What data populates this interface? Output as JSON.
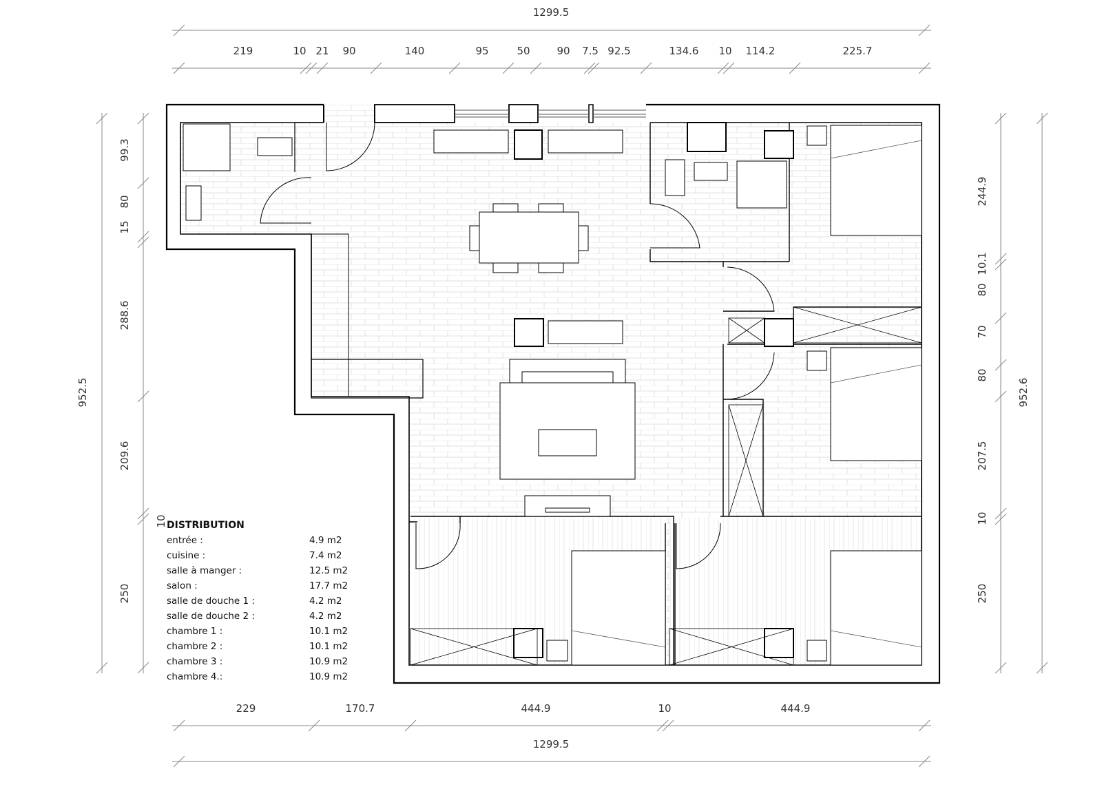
{
  "dimensions": {
    "top_total": "1299.5",
    "top_segments": [
      "219",
      "10",
      "21",
      "90",
      "140",
      "95",
      "50",
      "90",
      "7.5",
      "92.5",
      "134.6",
      "10",
      "114.2",
      "225.7"
    ],
    "left_total": "952.5",
    "left_segments": [
      "99.3",
      "80",
      "15",
      "288.6",
      "209.6",
      "10",
      "250"
    ],
    "right_total": "952.6",
    "right_segments": [
      "244.9",
      "10.1",
      "80",
      "70",
      "80",
      "207.5",
      "10",
      "250"
    ],
    "bottom_segments": [
      "229",
      "170.7",
      "444.9",
      "10",
      "444.9"
    ],
    "bottom_total": "1299.5"
  },
  "legend": {
    "title": "DISTRIBUTION",
    "rows": [
      {
        "room": "entrée :",
        "area": "4.9 m2"
      },
      {
        "room": "cuisine :",
        "area": "7.4 m2"
      },
      {
        "room": "salle à manger :",
        "area": "12.5 m2"
      },
      {
        "room": "salon :",
        "area": "17.7 m2"
      },
      {
        "room": "salle de douche 1 :",
        "area": "4.2 m2"
      },
      {
        "room": "salle de douche 2 :",
        "area": "4.2 m2"
      },
      {
        "room": "chambre 1 :",
        "area": "10.1 m2"
      },
      {
        "room": "chambre 2 :",
        "area": "10.1 m2"
      },
      {
        "room": "chambre 3 :",
        "area": "10.9 m2"
      },
      {
        "room": "chambre 4.:",
        "area": "10.9 m2"
      }
    ]
  },
  "colors": {
    "wall": "#000000",
    "dimension_line": "#888888",
    "floor_pattern": "#e2e2e2"
  }
}
